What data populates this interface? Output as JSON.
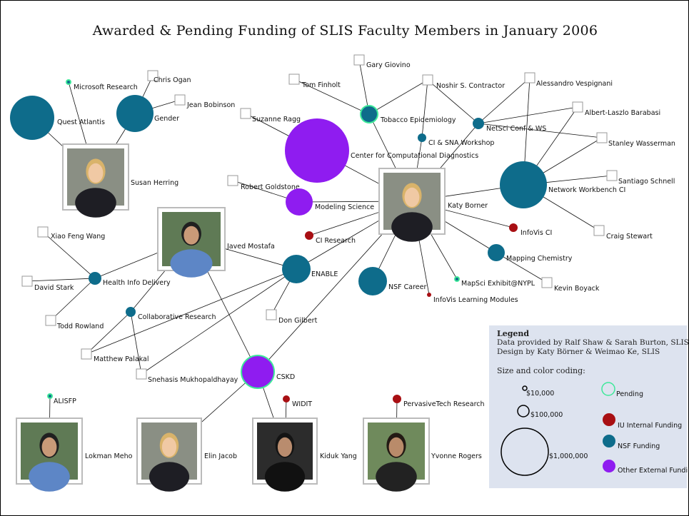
{
  "title": "Awarded & Pending Funding of SLIS Faculty Members in January 2006",
  "colors": {
    "nsf": "#0e6c8b",
    "other_external": "#8f1cf0",
    "iu_internal": "#a80f13",
    "pending": "#3ee89a",
    "edge": "#111111",
    "legend_bg": "#dde3ef"
  },
  "faculty": [
    {
      "name": "Susan Herring",
      "icon": "portrait-woman-blonde"
    },
    {
      "name": "Katy Borner",
      "icon": "portrait-woman-blonde"
    },
    {
      "name": "Javed Mostafa",
      "icon": "portrait-man"
    },
    {
      "name": "Lokman Meho",
      "icon": "portrait-man"
    },
    {
      "name": "Elin Jacob",
      "icon": "portrait-woman-blonde"
    },
    {
      "name": "Kiduk Yang",
      "icon": "portrait-man-dark"
    },
    {
      "name": "Yvonne Rogers",
      "icon": "portrait-woman-dark"
    }
  ],
  "projects": [
    {
      "name": "Microsoft Research",
      "funding": "nsf",
      "pending": true
    },
    {
      "name": "Quest Atlantis",
      "funding": "nsf",
      "pending": false
    },
    {
      "name": "Gender",
      "funding": "nsf",
      "pending": false
    },
    {
      "name": "Tobacco Epidemiology",
      "funding": "nsf",
      "pending": true
    },
    {
      "name": "CI & SNA Workshop",
      "funding": "nsf",
      "pending": false
    },
    {
      "name": "NetSci Conf & WS",
      "funding": "nsf",
      "pending": false
    },
    {
      "name": "Center for Computational Diagnostics",
      "funding": "other_external",
      "pending": false
    },
    {
      "name": "Modeling Science",
      "funding": "other_external",
      "pending": false
    },
    {
      "name": "Network Workbench CI",
      "funding": "nsf",
      "pending": false
    },
    {
      "name": "CI Research",
      "funding": "iu_internal",
      "pending": false
    },
    {
      "name": "InfoVis CI",
      "funding": "iu_internal",
      "pending": false
    },
    {
      "name": "Mapping Chemistry",
      "funding": "nsf",
      "pending": false
    },
    {
      "name": "Health Info Delivery",
      "funding": "nsf",
      "pending": false
    },
    {
      "name": "ENABLE",
      "funding": "nsf",
      "pending": false
    },
    {
      "name": "NSF Career",
      "funding": "nsf",
      "pending": false
    },
    {
      "name": "MapSci Exhibit@NYPL",
      "funding": "nsf",
      "pending": true
    },
    {
      "name": "InfoVis Learning Modules",
      "funding": "iu_internal",
      "pending": false
    },
    {
      "name": "Collaborative Research",
      "funding": "nsf",
      "pending": false
    },
    {
      "name": "CSKD",
      "funding": "other_external",
      "pending": true
    },
    {
      "name": "ALISFP",
      "funding": "nsf",
      "pending": true
    },
    {
      "name": "WIDIT",
      "funding": "iu_internal",
      "pending": false
    },
    {
      "name": "PervasiveTech Research",
      "funding": "iu_internal",
      "pending": false
    }
  ],
  "collaborators": [
    "Chris Ogan",
    "Jean Bobinson",
    "Gary Giovino",
    "Tom Finholt",
    "Noshir S. Contractor",
    "Alessandro Vespignani",
    "Albert-Laszlo Barabasi",
    "Stanley Wasserman",
    "Suzanne Ragg",
    "Robert Goldstone",
    "Santiago Schnell",
    "Craig Stewart",
    "Xiao Feng Wang",
    "David Stark",
    "Todd Rowland",
    "Matthew Palakal",
    "Snehasis Mukhopaldhayay",
    "Don Gilbert",
    "Kevin Boyack"
  ],
  "legend": {
    "title": "Legend",
    "credit1": "Data provided by Ralf Shaw & Sarah Burton, SLIS",
    "credit2": "Design by Katy Börner & Weimao Ke, SLIS",
    "subtitle": "Size and color coding:",
    "sizes": [
      "$10,000",
      "$100,000",
      "$1,000,000"
    ],
    "kinds": [
      {
        "label": "Pending",
        "key": "pending"
      },
      {
        "label": "IU Internal Funding",
        "key": "iu_internal"
      },
      {
        "label": "NSF Funding",
        "key": "nsf"
      },
      {
        "label": "Other External Funding",
        "key": "other_external"
      }
    ]
  }
}
